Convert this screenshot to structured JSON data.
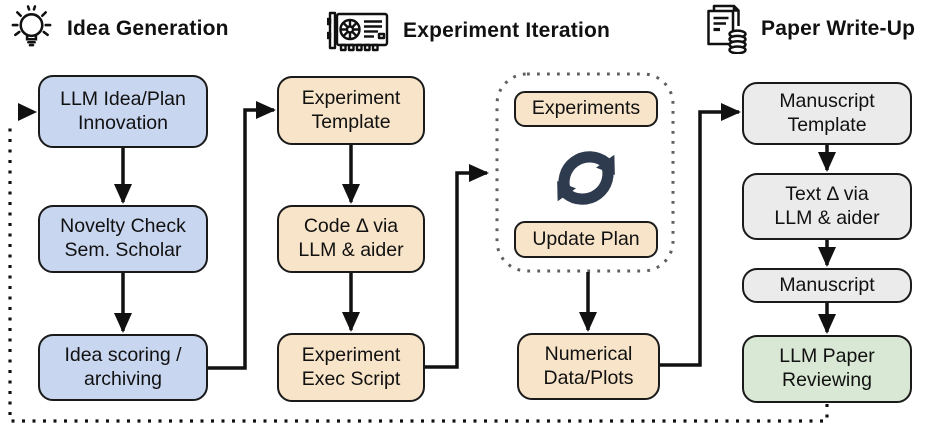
{
  "sections": [
    {
      "label": "Idea Generation",
      "icon": "lightbulb-icon"
    },
    {
      "label": "Experiment Iteration",
      "icon": "gpu-icon"
    },
    {
      "label": "Paper Write-Up",
      "icon": "document-stack-icon"
    }
  ],
  "nodes": {
    "idea_plan": {
      "label": "LLM Idea/Plan\nInnovation",
      "color_role": "idea"
    },
    "novelty_check": {
      "label": "Novelty Check\nSem. Scholar",
      "color_role": "idea"
    },
    "idea_scoring": {
      "label": "Idea scoring /\narchiving",
      "color_role": "idea"
    },
    "experiment_template": {
      "label": "Experiment\nTemplate",
      "color_role": "experiment"
    },
    "code_delta": {
      "label": "Code Δ via\nLLM & aider",
      "color_role": "experiment"
    },
    "exec_script": {
      "label": "Experiment\nExec Script",
      "color_role": "experiment"
    },
    "experiments": {
      "label": "Experiments",
      "color_role": "experiment"
    },
    "update_plan": {
      "label": "Update Plan",
      "color_role": "experiment"
    },
    "numerical_data": {
      "label": "Numerical\nData/Plots",
      "color_role": "experiment"
    },
    "manuscript_template": {
      "label": "Manuscript\nTemplate",
      "color_role": "writeup"
    },
    "text_delta": {
      "label": "Text Δ via\nLLM & aider",
      "color_role": "writeup"
    },
    "manuscript": {
      "label": "Manuscript",
      "color_role": "writeup"
    },
    "llm_review": {
      "label": "LLM Paper\nReviewing",
      "color_role": "review"
    }
  },
  "icons": {
    "loop": "sync-loop-icon"
  },
  "colors": {
    "idea_fill": "#c9d6f0",
    "experiment_fill": "#f8e4c8",
    "writeup_fill": "#ebebeb",
    "review_fill": "#d9e8d4",
    "node_border": "#1a1a1a",
    "connector": "#111111",
    "loop_icon": "#2e3a4d",
    "dotted_region_border": "#5f5f5f"
  }
}
